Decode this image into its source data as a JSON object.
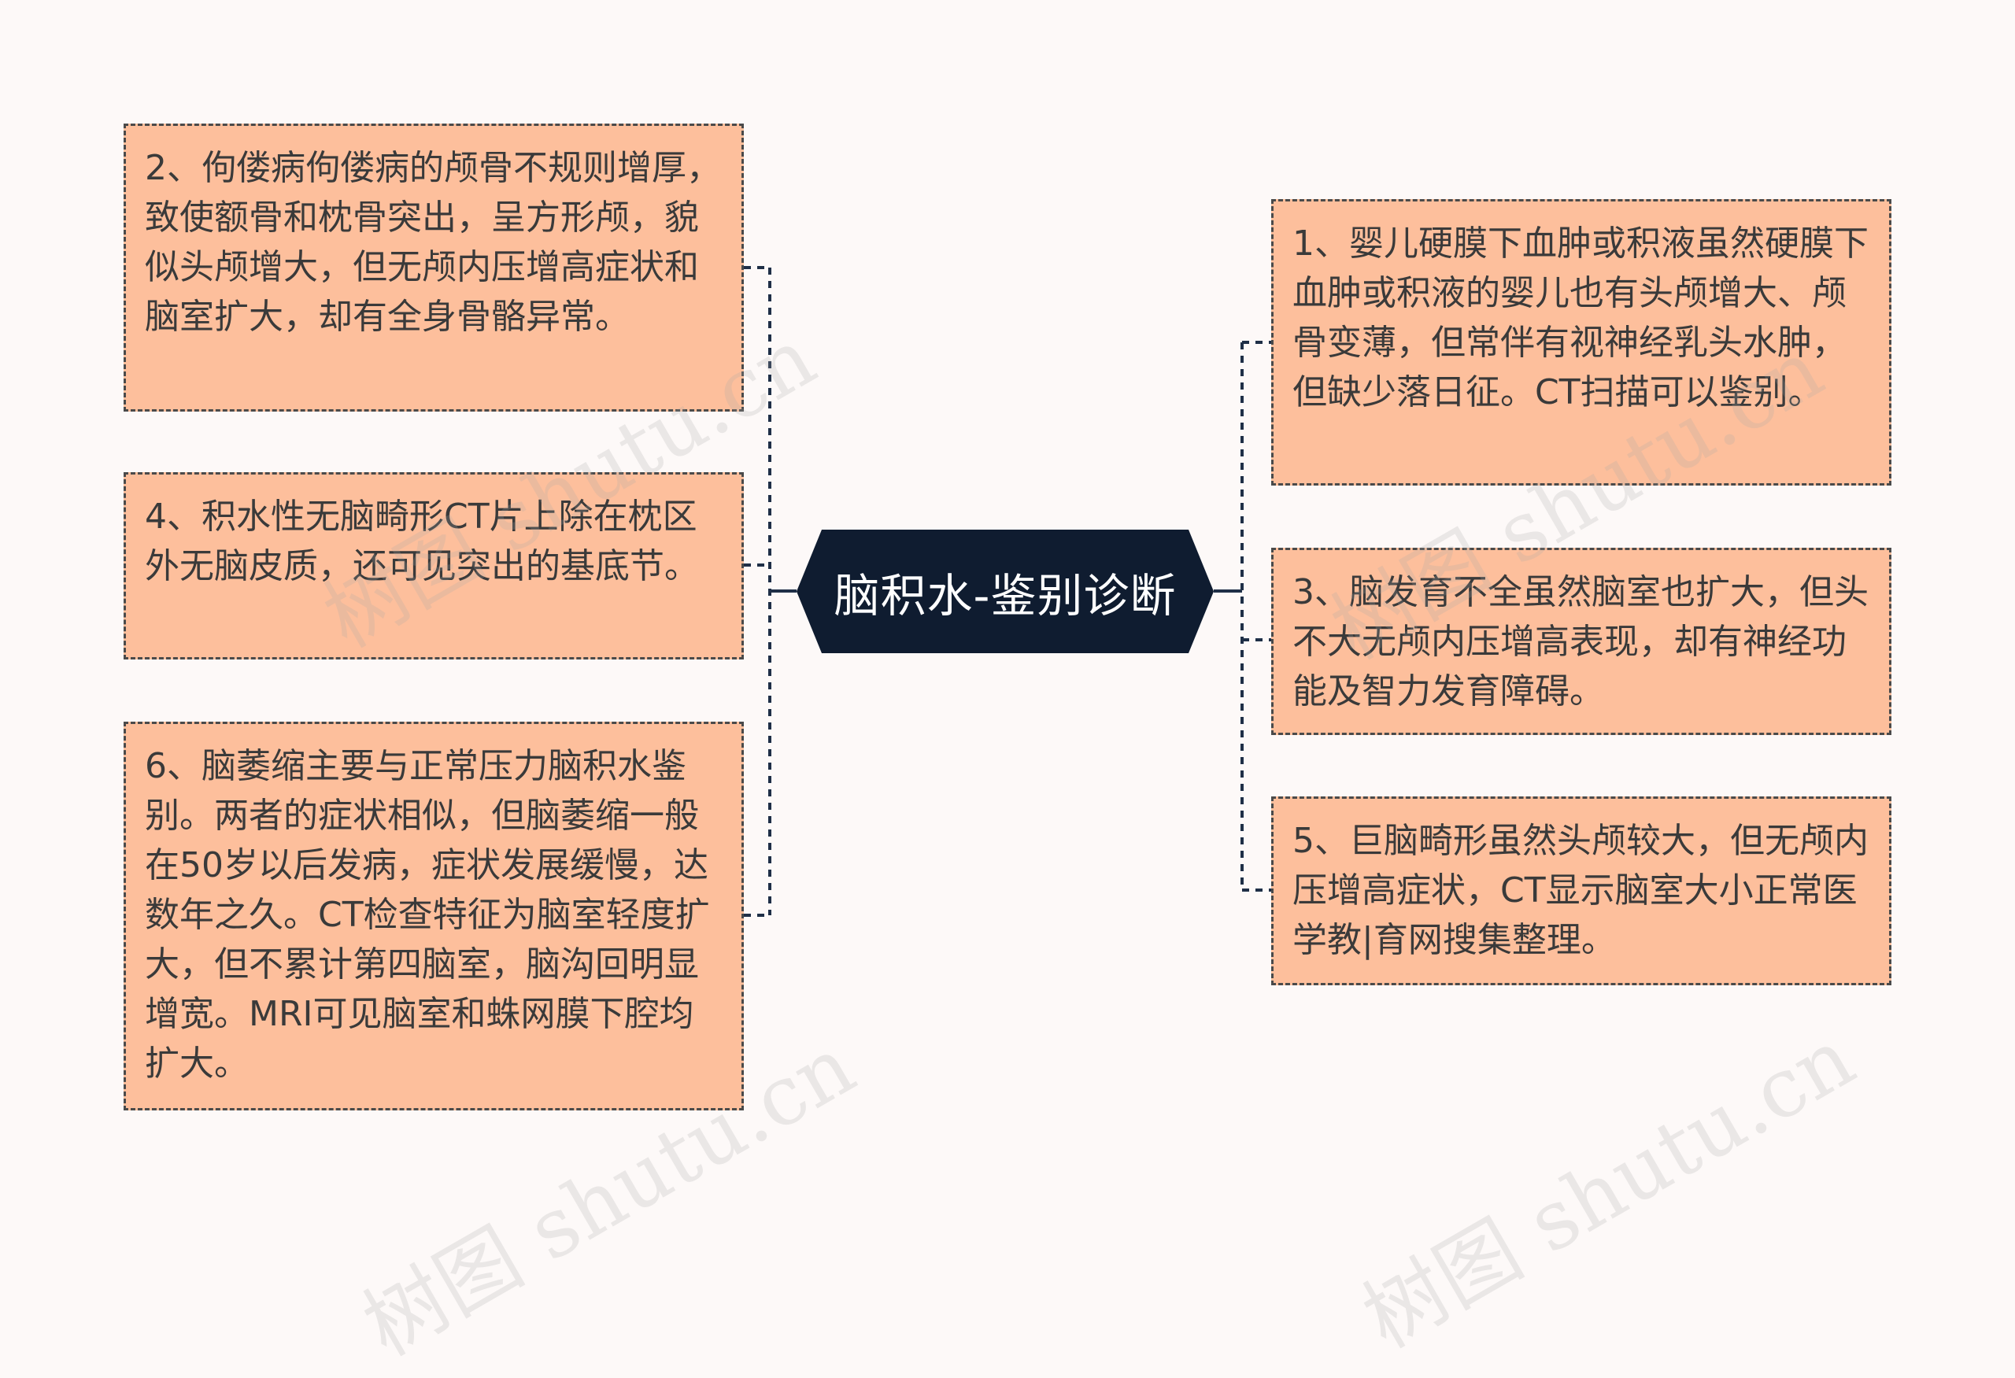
{
  "center": {
    "title": "脑积水-鉴别诊断"
  },
  "left_nodes": [
    {
      "text": "2、佝偻病佝偻病的颅骨不规则增厚，致使额骨和枕骨突出，呈方形颅，貌似头颅增大，但无颅内压增高症状和脑室扩大，却有全身骨骼异常。"
    },
    {
      "text": "4、积水性无脑畸形CT片上除在枕区外无脑皮质，还可见突出的基底节。"
    },
    {
      "text": "6、脑萎缩主要与正常压力脑积水鉴别。两者的症状相似，但脑萎缩一般在50岁以后发病，症状发展缓慢，达数年之久。CT检查特征为脑室轻度扩大，但不累计第四脑室，脑沟回明显增宽。MRI可见脑室和蛛网膜下腔均扩大。"
    }
  ],
  "right_nodes": [
    {
      "text": "1、婴儿硬膜下血肿或积液虽然硬膜下血肿或积液的婴儿也有头颅增大、颅骨变薄，但常伴有视神经乳头水肿，但缺少落日征。CT扫描可以鉴别。"
    },
    {
      "text": "3、脑发育不全虽然脑室也扩大，但头不大无颅内压增高表现，却有神经功能及智力发育障碍。"
    },
    {
      "text": "5、巨脑畸形虽然头颅较大，但无颅内压增高症状，CT显示脑室大小正常医学教|育网搜集整理。"
    }
  ],
  "watermark": {
    "text": "树图 shutu.cn"
  },
  "colors": {
    "node_fill": "#fdbf9c",
    "center_fill": "#0f1c30",
    "line": "#1f2f47",
    "background": "#fdf9f8"
  }
}
